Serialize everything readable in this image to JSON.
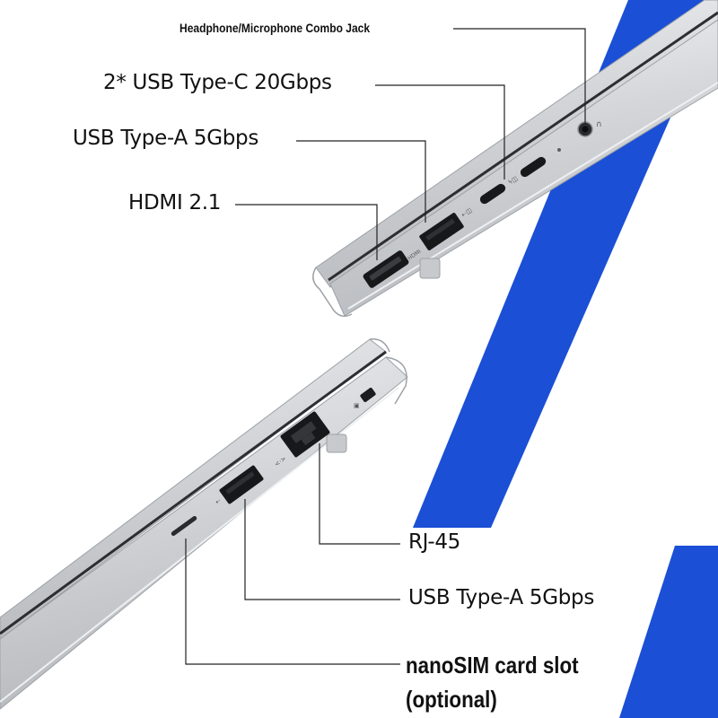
{
  "labels": {
    "headphone_jack": "Headphone/Microphone Combo Jack",
    "usb_c": "2* USB Type-C 20Gbps",
    "usb_a_left": "USB Type-A 5Gbps",
    "hdmi": "HDMI 2.1",
    "rj45": "RJ-45",
    "usb_a_right": "USB Type-A 5Gbps",
    "nanosim_line1": "nanoSIM card slot",
    "nanosim_line2": "(optional)"
  },
  "colors": {
    "accent_stripe": "#1a4fd6",
    "chassis": "#cfd1d4",
    "chassis_highlight": "#eceef0",
    "port_black": "#17181a",
    "leader_line": "#222222",
    "text": "#111111",
    "background": "#ffffff"
  }
}
